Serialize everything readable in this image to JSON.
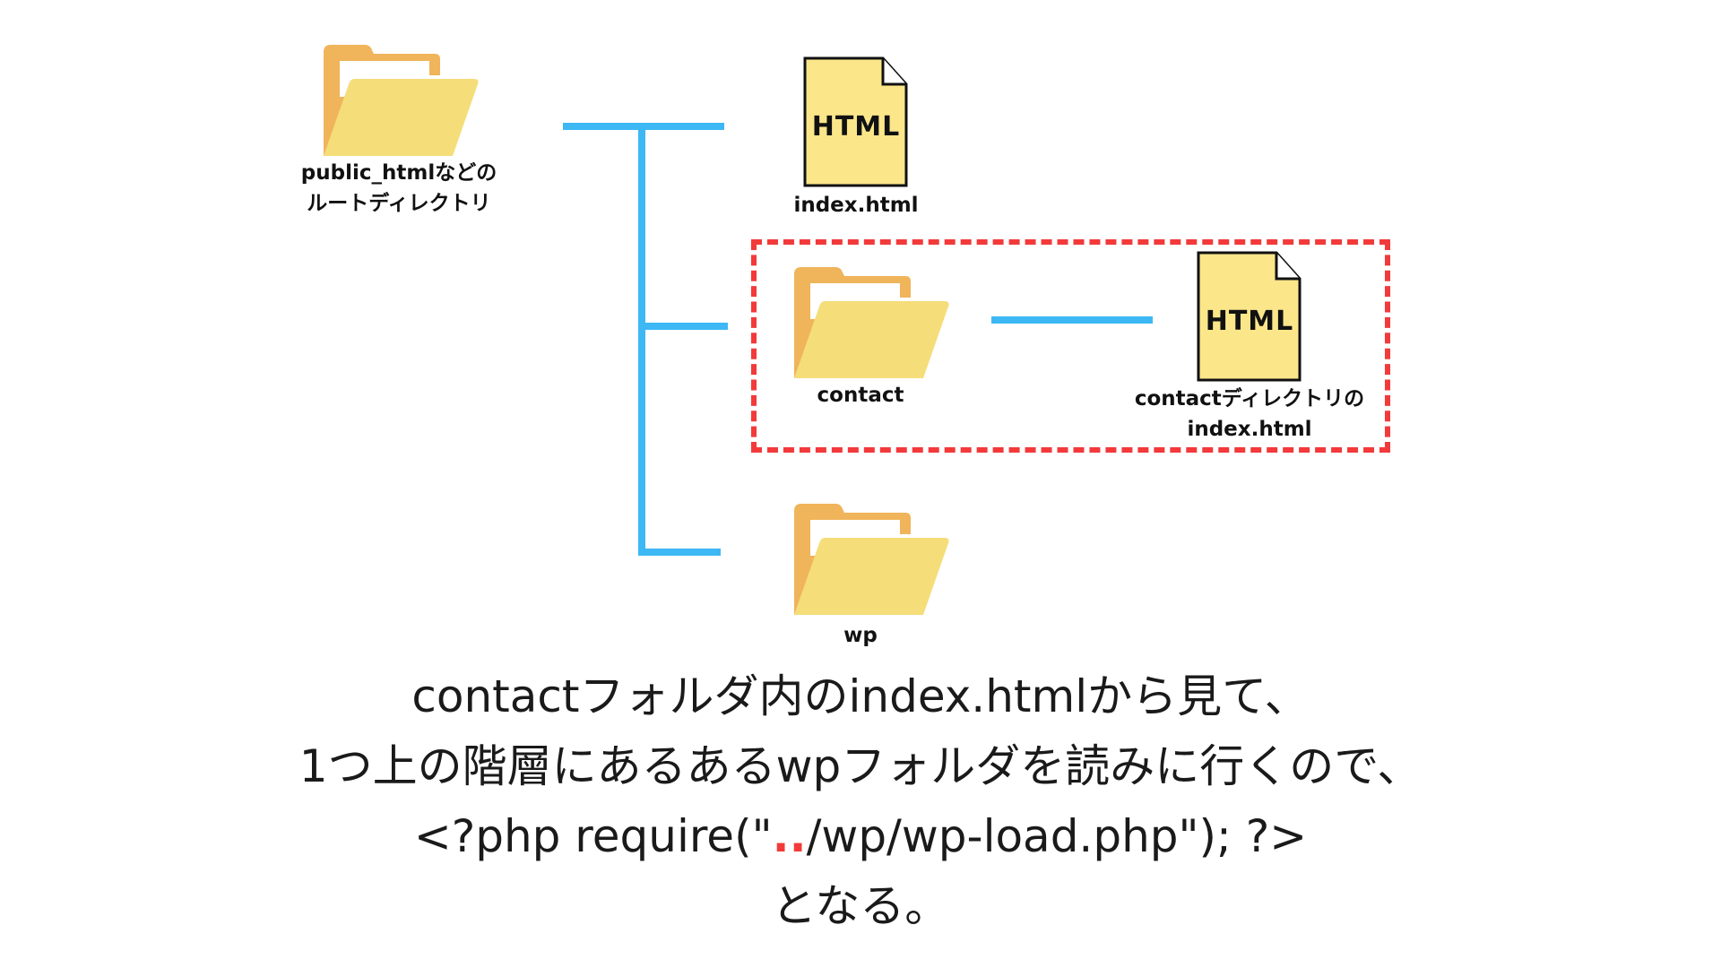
{
  "root": {
    "label_line1": "public_htmlなどの",
    "label_line2": "ルートディレクトリ"
  },
  "index_file": {
    "badge": "HTML",
    "label": "index.html"
  },
  "contact_folder": {
    "label": "contact"
  },
  "contact_index": {
    "badge": "HTML",
    "label_line1": "contactディレクトリの",
    "label_line2": "index.html"
  },
  "wp_folder": {
    "label": "wp"
  },
  "caption": {
    "line1": "contactフォルダ内のindex.htmlから見て、",
    "line2": "1つ上の階層にあるあるwpフォルダを読みに行くので、",
    "line3_pre": "<?php require(\"",
    "line3_dots": "..",
    "line3_post": "/wp/wp-load.php\"); ?>",
    "line4": "となる。"
  },
  "colors": {
    "tree_line": "#3db8f5",
    "highlight_frame": "#f23a3a",
    "folder_back": "#f0b45a",
    "folder_front": "#f5dd7a",
    "file_fill": "#fbe68a"
  }
}
